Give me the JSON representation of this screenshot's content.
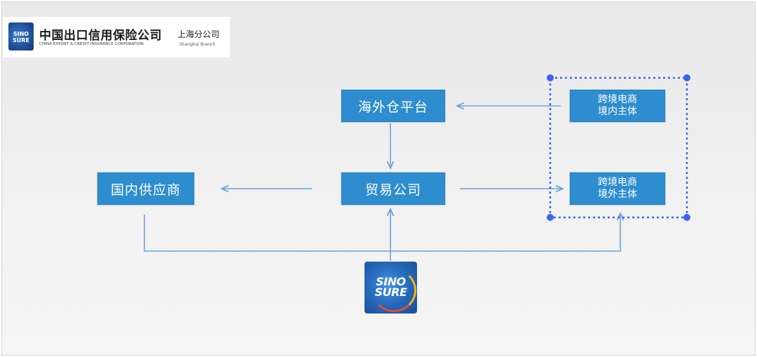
{
  "header": {
    "company_cn": "中国出口信用保险公司",
    "company_en": "CHINA EXPORT & CREDIT INSURANCE CORPORATION",
    "branch_cn": "上海分公司",
    "branch_en": "Shanghai Branch",
    "mini_logo_text": [
      "SINO",
      "SURE"
    ]
  },
  "nodes": {
    "overseas_warehouse": "海外仓平台",
    "trade_company": "贸易公司",
    "domestic_supplier": "国内供应商",
    "ecommerce_domestic": [
      "跨境电商",
      "境内主体"
    ],
    "ecommerce_overseas": [
      "跨境电商",
      "境外主体"
    ]
  },
  "logo": {
    "lines": [
      "SINO",
      "SURE"
    ]
  },
  "colors": {
    "box_fill": "#2e8dce",
    "connector": "#6ea3d6",
    "selection": "#3b63f3",
    "logo_blue": "#2466b8"
  }
}
